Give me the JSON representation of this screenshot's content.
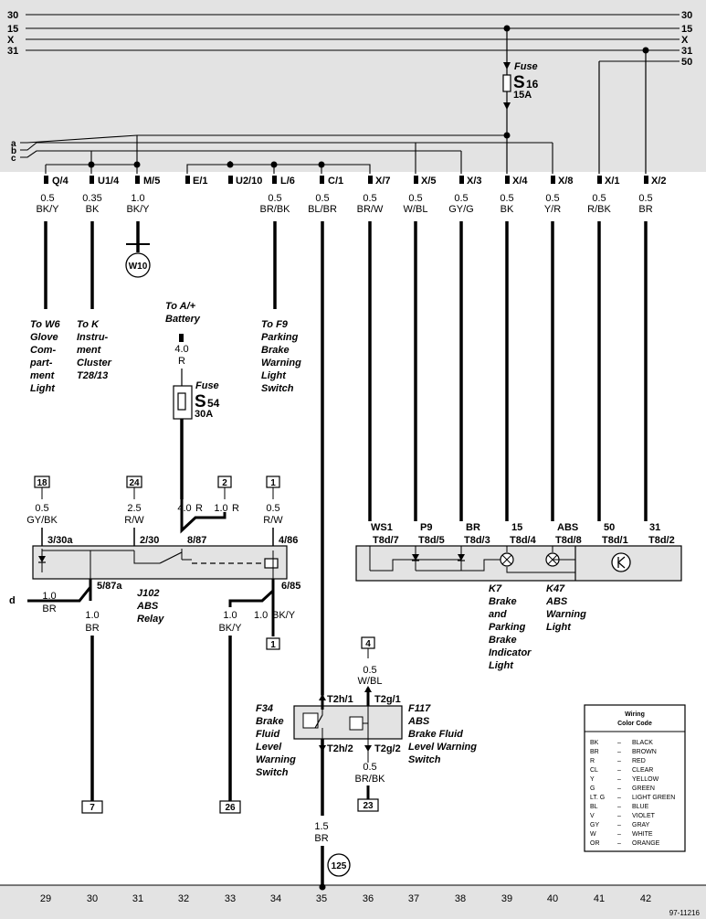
{
  "colors": {
    "background": "#ffffff",
    "panel": "#e3e3e3",
    "wire": "#000000"
  },
  "bus_lines": [
    "30",
    "15",
    "X",
    "31",
    "50"
  ],
  "bus_rails": [
    "a",
    "b",
    "c"
  ],
  "fuse_s16": {
    "label": "Fuse",
    "id": "S",
    "sub": "16",
    "rating": "15A"
  },
  "fuse_s54": {
    "label": "Fuse",
    "id": "S",
    "sub": "54",
    "rating": "30A",
    "wire": "4.0",
    "color": "R",
    "source": [
      "To A/+",
      "Battery"
    ]
  },
  "top_connectors": [
    {
      "pin": "Q/4",
      "size": "0.5",
      "color": "BK/Y"
    },
    {
      "pin": "U1/4",
      "size": "0.35",
      "color": "BK"
    },
    {
      "pin": "M/5",
      "size": "1.0",
      "color": "BK/Y"
    },
    {
      "pin": "E/1",
      "size": "",
      "color": ""
    },
    {
      "pin": "U2/10",
      "size": "",
      "color": ""
    },
    {
      "pin": "L/6",
      "size": "0.5",
      "color": "BR/BK"
    },
    {
      "pin": "C/1",
      "size": "0.5",
      "color": "BL/BR"
    },
    {
      "pin": "X/7",
      "size": "0.5",
      "color": "BR/W"
    },
    {
      "pin": "X/5",
      "size": "0.5",
      "color": "W/BL"
    },
    {
      "pin": "X/3",
      "size": "0.5",
      "color": "GY/G"
    },
    {
      "pin": "X/4",
      "size": "0.5",
      "color": "BK"
    },
    {
      "pin": "X/8",
      "size": "0.5",
      "color": "Y/R"
    },
    {
      "pin": "X/1",
      "size": "0.5",
      "color": "R/BK"
    },
    {
      "pin": "X/2",
      "size": "0.5",
      "color": "BR"
    }
  ],
  "ground_w10": "W10",
  "destinations": {
    "w6": [
      "To W6",
      "Glove",
      "Com-",
      "part-",
      "ment",
      "Light"
    ],
    "k": [
      "To K",
      "Instru-",
      "ment",
      "Cluster",
      "T28/13"
    ],
    "f9": [
      "To F9",
      "Parking",
      "Brake",
      "Warning",
      "Light",
      "Switch"
    ]
  },
  "relay": {
    "name": [
      "J102",
      "ABS",
      "Relay"
    ],
    "refs": [
      "18",
      "24",
      "2",
      "1"
    ],
    "wires": [
      {
        "size": "0.5",
        "color": "GY/BK"
      },
      {
        "size": "2.5",
        "color": "R/W"
      },
      {
        "size": "1.0",
        "color": "R"
      },
      {
        "size": "0.5",
        "color": "R/W"
      }
    ],
    "in_wire": {
      "size": "4.0",
      "color": "R"
    },
    "pins": [
      "3/30a",
      "2/30",
      "8/87",
      "4/86",
      "5/87a",
      "6/85"
    ],
    "out_d": {
      "label": "d",
      "size": "1.0",
      "color": "BR"
    },
    "out_5": {
      "size": "1.0",
      "color": "BR"
    },
    "out_6a": {
      "size": "1.0",
      "color": "BK/Y"
    },
    "out_6b": {
      "size": "1.0",
      "color": "BK/Y"
    },
    "ref_one": "1"
  },
  "cluster_pins": [
    {
      "top": "WS1",
      "pin": "T8d/7"
    },
    {
      "top": "P9",
      "pin": "T8d/5"
    },
    {
      "top": "BR",
      "pin": "T8d/3"
    },
    {
      "top": "15",
      "pin": "T8d/4"
    },
    {
      "top": "ABS",
      "pin": "T8d/8"
    },
    {
      "top": "50",
      "pin": "T8d/1"
    },
    {
      "top": "31",
      "pin": "T8d/2"
    }
  ],
  "k7": [
    "K7",
    "Brake",
    "and",
    "Parking",
    "Brake",
    "Indicator",
    "Light"
  ],
  "k47": [
    "K47",
    "ABS",
    "Warning",
    "Light"
  ],
  "f34": {
    "name": [
      "F34",
      "Brake",
      "Fluid",
      "Level",
      "Warning",
      "Switch"
    ],
    "pin_top": "T2h/1",
    "pin_bot": "T2h/2"
  },
  "f117": {
    "name": [
      "F117",
      "ABS",
      "Brake Fluid",
      "Level Warning",
      "Switch"
    ],
    "pin_top": "T2g/1",
    "pin_bot": "T2g/2",
    "ref_top": "4",
    "wire_top": {
      "size": "0.5",
      "color": "W/BL"
    },
    "ref_bot": "23",
    "wire_bot": {
      "size": "0.5",
      "color": "BR/BK"
    }
  },
  "bottom_refs": [
    "7",
    "26"
  ],
  "ground_wire": {
    "size": "1.5",
    "color": "BR"
  },
  "ground_125": "125",
  "color_code": {
    "title": [
      "Wiring",
      "Color Code"
    ],
    "rows": [
      [
        "BK",
        "BLACK"
      ],
      [
        "BR",
        "BROWN"
      ],
      [
        "R",
        "RED"
      ],
      [
        "CL",
        "CLEAR"
      ],
      [
        "Y",
        "YELLOW"
      ],
      [
        "G",
        "GREEN"
      ],
      [
        "LT. G",
        "LIGHT GREEN"
      ],
      [
        "BL",
        "BLUE"
      ],
      [
        "V",
        "VIOLET"
      ],
      [
        "GY",
        "GRAY"
      ],
      [
        "W",
        "WHITE"
      ],
      [
        "OR",
        "ORANGE"
      ]
    ]
  },
  "grid_numbers": [
    "29",
    "30",
    "31",
    "32",
    "33",
    "34",
    "35",
    "36",
    "37",
    "38",
    "39",
    "40",
    "41",
    "42"
  ],
  "doc_id": "97-11216"
}
